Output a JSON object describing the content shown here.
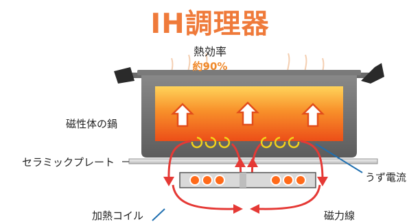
{
  "title": "IH調理器",
  "efficiency": {
    "label": "熱効率",
    "value": "約90%"
  },
  "labels": {
    "pot": "磁性体の鍋",
    "plate": "セラミックプレート",
    "eddy": "うず電流",
    "coil": "加熱コイル",
    "flux": "磁力線"
  },
  "colors": {
    "title": "#ef7a3a",
    "pot_body": "#6f6f6f",
    "heat_top": "#ffc83d",
    "heat_bottom": "#ef5a1f",
    "flux_arrow": "#e53935",
    "coil_ring": "#ff6a1a",
    "eddy": "#f3d21a",
    "eddy_wire": "#1f6fb0"
  }
}
